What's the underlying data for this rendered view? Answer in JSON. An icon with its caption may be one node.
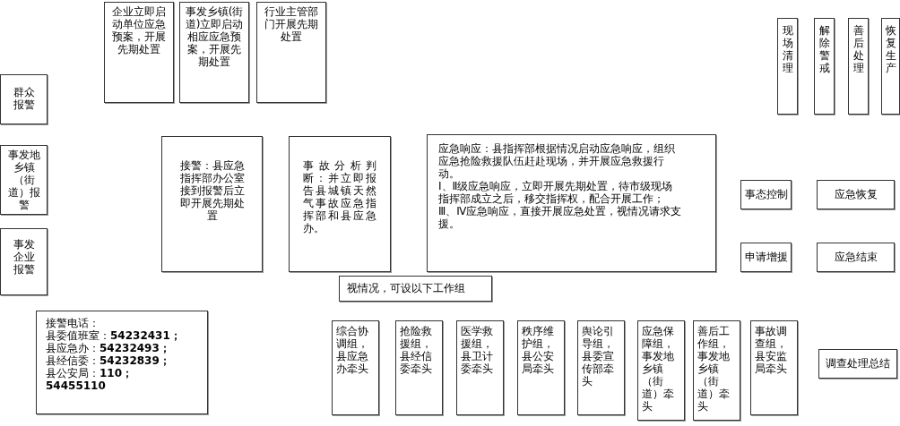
{
  "diagram": {
    "nodes": [
      {
        "text": [
          "企业立即启动单位应急预案，开展先期处置"
        ]
      },
      {
        "text": [
          "事发乡镇(街道)立即启动相应应急预案，开展先期处置"
        ]
      },
      {
        "text": [
          "行业主管部门开展先期处置"
        ]
      },
      {
        "text": [
          "现场清理"
        ]
      },
      {
        "text": [
          "解除警戒"
        ]
      },
      {
        "text": [
          "善后处理"
        ]
      },
      {
        "text": [
          "恢复生产"
        ]
      },
      {
        "text": [
          "群众报警"
        ]
      },
      {
        "text": [
          "事发地乡镇（街道）报警"
        ]
      },
      {
        "text": [
          "事发企业报警"
        ]
      },
      {
        "text": [
          "接警：县应急指挥部办公室接到报警后立即开展先期处置"
        ]
      },
      {
        "text": [
          "事故分析判断：并立即报告县城镇天然气事故应急指挥部和县应急办。"
        ]
      },
      {
        "text": [
          "应急响应：县指挥部根据情况启动应急响应，组织应急抢险救援队伍赶赴现场，并开展应急救援行动。",
          "Ⅰ、Ⅱ级应急响应，立即开展先期处置，待市级现场指挥部成立之后，移交指挥权，配合开展工作；",
          "Ⅲ、Ⅳ应急响应，直接开展应急处置，视情况请求支援。"
        ]
      },
      {
        "text": [
          "事态控制"
        ]
      },
      {
        "text": [
          "应急恢复"
        ]
      },
      {
        "text": [
          "申请增援"
        ]
      },
      {
        "text": [
          "应急结束"
        ]
      },
      {
        "text": [
          "视情况，可设以下工作组"
        ]
      },
      {
        "text": [
          "接警电话：",
          "县委值班室：**54232431；**",
          "县应急办：**54232493；**",
          "县经信委：**54232839；**",
          "县公安局：**110；**",
          "54455110"
        ]
      },
      {
        "text": [
          "综合协调组，县应急办牵头"
        ]
      },
      {
        "text": [
          "抢险救援组，县经信委牵头"
        ]
      },
      {
        "text": [
          "医学救援组，县卫计委牵头"
        ]
      },
      {
        "text": [
          "秩序维护组，县公安局牵头"
        ]
      },
      {
        "text": [
          "舆论引导组，县委宣传部牵头"
        ]
      },
      {
        "text": [
          "应急保障组，事发地乡镇（街道）牵头"
        ]
      },
      {
        "text": [
          "善后工作组，事发地乡镇（街道）牵头"
        ]
      },
      {
        "text": [
          "事故调查组，县安监局牵头"
        ]
      },
      {
        "text": [
          "调查处理总结"
        ]
      }
    ]
  }
}
